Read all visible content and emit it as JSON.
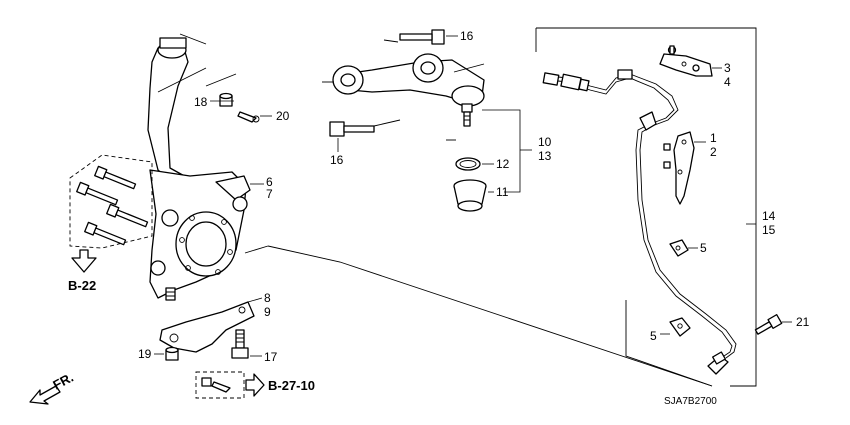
{
  "labels": {
    "l1": "1",
    "l2": "2",
    "l3": "3",
    "l4": "4",
    "l5a": "5",
    "l5b": "5",
    "l6": "6",
    "l7": "7",
    "l8": "8",
    "l9": "9",
    "l10": "10",
    "l11": "11",
    "l12": "12",
    "l13": "13",
    "l14": "14",
    "l15": "15",
    "l16a": "16",
    "l16b": "16",
    "l17": "17",
    "l18": "18",
    "l19": "19",
    "l20": "20",
    "l21": "21"
  },
  "refs": {
    "b22": "B-22",
    "b2710": "B-27-10",
    "fr": "FR."
  },
  "diagram_code": "SJA7B2700"
}
